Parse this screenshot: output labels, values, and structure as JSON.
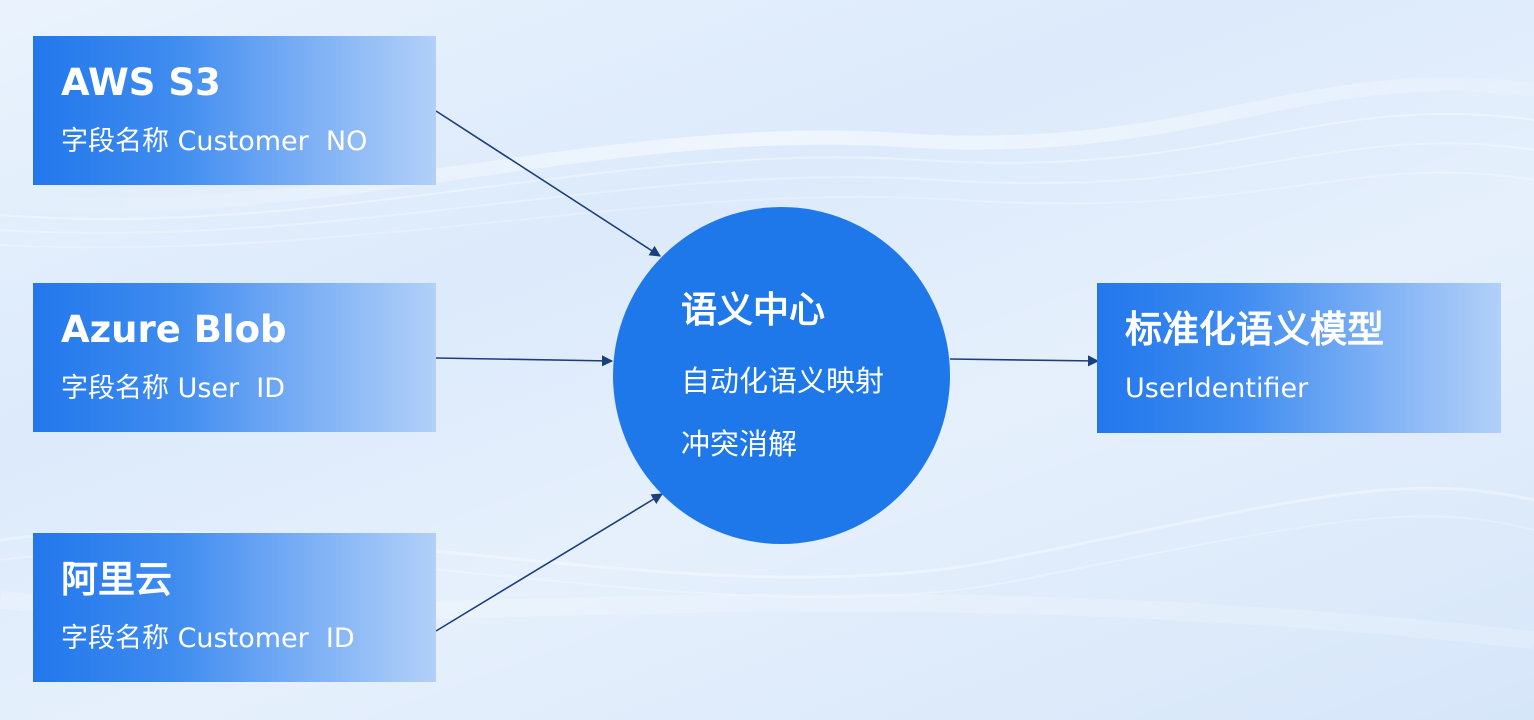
{
  "sources": [
    {
      "title": "AWS S3",
      "field": "字段名称 Customer  NO"
    },
    {
      "title": "Azure Blob",
      "field": "字段名称 User  ID"
    },
    {
      "title": "阿里云",
      "field": "字段名称 Customer  ID"
    }
  ],
  "hub": {
    "title": "语义中心",
    "items": [
      "自动化语义映射",
      "冲突消解"
    ]
  },
  "target": {
    "title": "标准化语义模型",
    "field": "UserIdentifier"
  },
  "colors": {
    "card_start": "#2277ec",
    "card_end": "#b2d0f8",
    "hub": "#1f78ea",
    "arrow": "#1b3f7a"
  }
}
